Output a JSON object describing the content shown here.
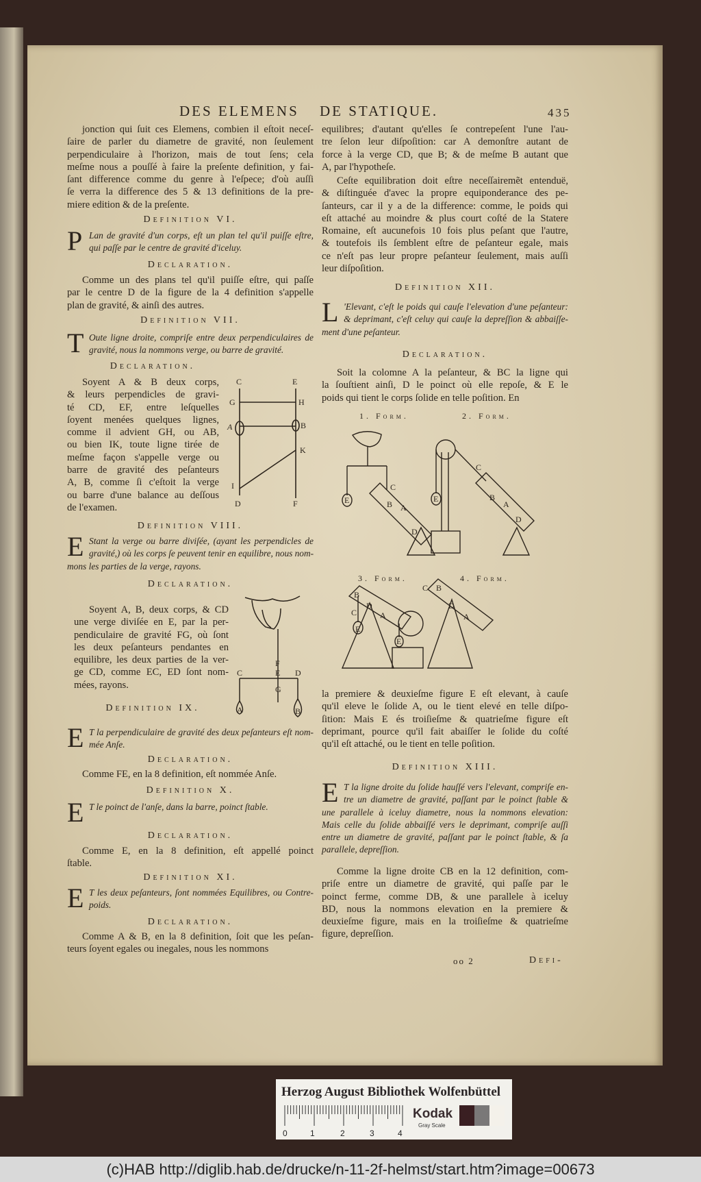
{
  "header": {
    "left": "DES ELEMENS",
    "right": "DE STATIQUE.",
    "page_number": "435"
  },
  "left": {
    "p1": [
      "jonction qui ſuit ces Elemens, combien il eſtoit neceſ-",
      "ſaire de parler du diametre de gravité, non ſeulement",
      "perpendiculaire à l'horizon, mais de tout ſens; cela",
      "meſme nous a pouſſé à faire la preſente definition, y fai-",
      "ſant difference comme du genre à l'eſpece; d'où auſſi",
      "ſe verra la difference des 5 & 13 definitions de la pre-",
      "miere edition & de la preſente."
    ],
    "def6": {
      "heading": "Definition VI.",
      "dropcap": "P",
      "text": [
        "Lan de gravité d'un corps, eſt un plan tel qu'il puiſſe eſtre,",
        "qui paſſe par le centre de gravité d'iceluy."
      ],
      "decl": "Declaration.",
      "decl_text": [
        "Comme un des plans tel qu'il puiſſe eſtre, qui paſſe",
        "par le centre D de la figure de la 4 definition s'appelle",
        "plan de gravité, & ainſi des autres."
      ]
    },
    "def7": {
      "heading": "Definition VII.",
      "dropcap": "T",
      "text": [
        "Oute ligne droite, compriſe entre deux perpendiculaires de",
        "gravité, nous la nommons verge, ou barre de gravité."
      ],
      "decl": "Declaration.",
      "decl_text": [
        "Soyent A & B deux corps,",
        "& leurs perpendicles de gravi-",
        "té CD, EF, entre leſquelles",
        "ſoyent menées quelques lignes,",
        "comme il advient GH, ou AB,",
        "ou bien IK, toute ligne tirée de",
        "meſme façon s'appelle verge ou",
        "barre de gravité des peſanteurs",
        "A, B, comme ſi c'eſtoit la verge",
        "ou barre d'une balance au deſſous",
        "de l'examen."
      ],
      "figure_labels": {
        "c": "C",
        "e": "E",
        "g": "G",
        "h": "H",
        "a": "A",
        "b": "B",
        "k": "K",
        "i": "I",
        "d": "D",
        "f": "F"
      }
    },
    "def8": {
      "heading": "Definition VIII.",
      "dropcap": "E",
      "text": [
        "Stant la verge ou barre diviſée, (ayant les perpendicles de",
        "gravité,) où les corps ſe peuvent tenir en equilibre, nous nom-",
        "mons les parties de la verge, rayons."
      ],
      "decl": "Declaration.",
      "decl_text": [
        "Soyent A, B, deux corps, & CD",
        "une verge diviſée en E, par la per-",
        "pendiculaire de gravité FG, où ſont",
        "les deux peſanteurs pendantes en",
        "equilibre, les deux parties de la ver-",
        "ge CD, comme EC, ED ſont nom-",
        "mées, rayons."
      ],
      "figure_labels": {
        "f": "F",
        "e": "E",
        "c": "C",
        "d": "D",
        "g": "G",
        "a": "A",
        "b": "B"
      }
    },
    "def9": {
      "heading": "Definition IX.",
      "dropcap": "E",
      "text": [
        "T la perpendiculaire de gravité des deux peſanteurs eſt nom-",
        "mée Anſe."
      ],
      "decl": "Declaration.",
      "decl_text": [
        "Comme FE, en la 8 definition, eſt nommée Anſe."
      ]
    },
    "def10": {
      "heading": "Definition X.",
      "dropcap": "E",
      "text": [
        "T le poinct de l'anſe, dans la barre, poinct ſtable."
      ],
      "decl": "Declaration.",
      "decl_text": [
        "Comme E, en la 8 definition, eſt appellé poinct",
        "ſtable."
      ]
    },
    "def11": {
      "heading": "Definition XI.",
      "dropcap": "E",
      "text": [
        "T les deux peſanteurs, ſont nommées Equilibres, ou Contre-",
        "poids."
      ],
      "decl": "Declaration.",
      "decl_text": [
        "Comme A & B, en la 8 definition, ſoit que les peſan-",
        "teurs ſoyent egales ou inegales, nous les nommons"
      ]
    }
  },
  "right": {
    "p1": [
      "equilibres; d'autant qu'elles ſe contrepeſent l'une l'au-",
      "tre ſelon leur diſpoſition: car A demonſtre autant de",
      "force à la verge CD, que B; & de meſme B autant que",
      "A, par l'hypotheſe."
    ],
    "p2": [
      "Ceſte equilibration doit eſtre neceſſairemẽt entenduë,",
      "& diſtinguée d'avec la propre equiponderance des pe-",
      "ſanteurs, car il y a de la difference: comme, le poids qui",
      "eſt attaché au moindre & plus court coſté de la Statere",
      "Romaine, eſt aucunefois 10 fois plus peſant que l'autre,",
      "& toutefois ils ſemblent eſtre de peſanteur egale, mais",
      "ce n'eſt pas leur propre peſanteur ſeulement, mais auſſi",
      "leur diſpoſition."
    ],
    "def12": {
      "heading": "Definition XII.",
      "dropcap": "L",
      "text": [
        "'Elevant, c'eſt le poids qui cauſe l'elevation d'une peſanteur:",
        "& deprimant, c'eſt celuy qui cauſe la depreſſion & abbaiſſe-",
        "ment d'une peſanteur."
      ],
      "decl": "Declaration.",
      "decl_text": [
        "Soit la colomne A la peſanteur, & BC la ligne qui",
        "la ſouſtient ainſi, D le poinct où elle repoſe, & E le",
        "poids qui tient le corps ſolide en telle poſition. En"
      ]
    },
    "figures": {
      "captions": [
        "1. Form.",
        "2. Form.",
        "3. Form.",
        "4. Form."
      ],
      "labels": {
        "e": "E",
        "c": "C",
        "b": "B",
        "a": "A",
        "d": "D"
      }
    },
    "p3": [
      "la premiere & deuxieſme figure E eſt elevant, à cauſe",
      "qu'il eleve le ſolide A, ou le tient elevé en telle diſpo-",
      "ſition: Mais E és troiſieſme & quatrieſme figure eſt",
      "deprimant, pource qu'il fait abaiſſer le ſolide du coſté",
      "qu'il eſt attaché, ou le tient en telle poſition."
    ],
    "def13": {
      "heading": "Definition XIII.",
      "dropcap": "E",
      "text": [
        "T la ligne droite du ſolide hauſſé vers l'elevant, compriſe en-",
        "tre un diametre de gravité, paſſant par le poinct ſtable &",
        "une parallele à iceluy diametre, nous la nommons elevation:",
        "Mais celle du ſolide abbaiſſé vers le deprimant, compriſe auſſi",
        "entre un diametre de gravité, paſſant par le poinct ſtable, & ſa",
        "parallele, depreſſion."
      ]
    },
    "p4": [
      "Comme la ligne droite CB en la 12 definition, com-",
      "priſe entre un diametre de gravité, qui paſſe par le",
      "poinct ferme, comme DB, & une parallele à iceluy",
      "BD, nous la nommons elevation en la premiere &",
      "deuxieſme figure, mais en la troiſieſme & quatrieſme",
      "figure, depreſſion."
    ],
    "signature": "oo 2",
    "catchword": "Defi-"
  },
  "card": {
    "title": "Herzog August Bibliothek Wolfenbüttel",
    "ruler_labels": [
      "0",
      "1",
      "2",
      "3",
      "4"
    ],
    "brand": "Kodak",
    "brand_sub": "Gray Scale",
    "swatches": [
      "#3a1f22",
      "#7a7878",
      "#f4f1ea"
    ]
  },
  "caption": "(c)HAB http://diglib.hab.de/drucke/n-11-2f-helmst/start.htm?image=00673",
  "colors": {
    "background": "#34241f",
    "paper": "#dcd0b3",
    "ink": "#2c241c"
  }
}
